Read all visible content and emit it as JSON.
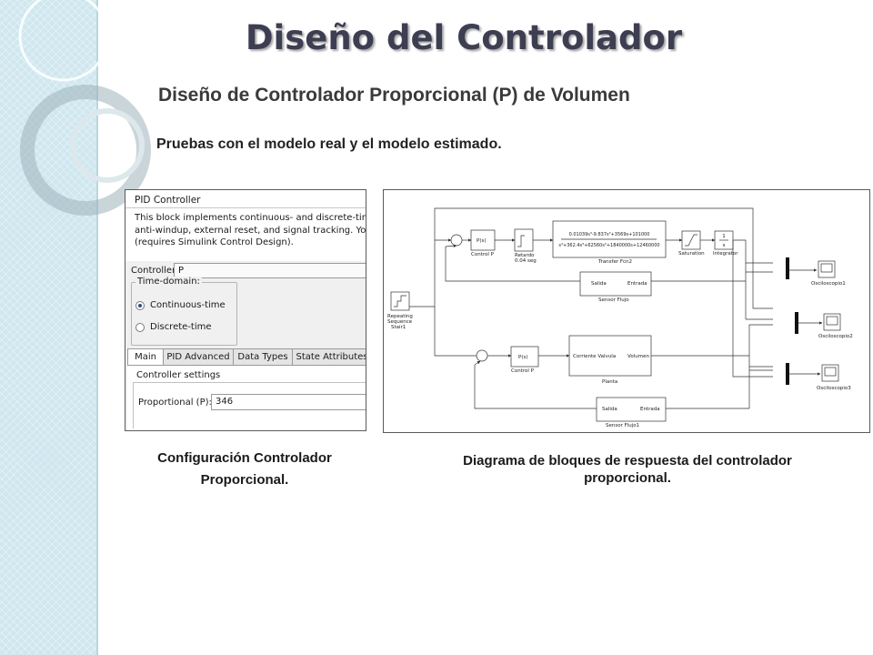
{
  "slide": {
    "title": "Diseño del Controlador",
    "subtitle": "Diseño de Controlador Proporcional  (P) de Volumen",
    "subtitle2": "Pruebas con el modelo real y  el modelo estimado."
  },
  "pid_dialog": {
    "header_title": "PID Controller",
    "description_lines": [
      "This block implements continuous- and discrete-time PID con",
      "anti-windup, external reset, and signal tracking. You can tune",
      "(requires Simulink Control Design)."
    ],
    "controller_label": "Controller:",
    "controller_value": "P",
    "time_domain_label": "Time-domain:",
    "options": [
      "Continuous-time",
      "Discrete-time"
    ],
    "selected_option": "Continuous-time",
    "tabs": [
      "Main",
      "PID Advanced",
      "Data Types",
      "State Attributes"
    ],
    "active_tab": "Main",
    "settings_label": "Controller settings",
    "proportional_label": "Proportional (P):",
    "proportional_value": "346"
  },
  "diagram": {
    "blocks": {
      "p1": "P(s)",
      "control_p1": "Control P",
      "retardo": "Retardo",
      "retardo_val": "0.04 seg",
      "tf_num": "0.01039s³-9.837s²+3569s+101000",
      "tf_den": "s⁴+362.4s³+62560s²+1840000s+12460000",
      "tf_name": "Transfer Fcn2",
      "saturation": "Saturation",
      "integ_num": "1",
      "integ_den": "s",
      "integrator": "Integrator",
      "sensor_salida": "Salida",
      "sensor_entrada": "Entrada",
      "sensor_flujo": "Sensor Flujo",
      "repeating": [
        "Repeating",
        "Sequence",
        "Stair1"
      ],
      "p2": "P(s)",
      "control_p2": "Control P",
      "planta_in": "Corriente Valvula",
      "planta_out": "Volumen",
      "planta": "Planta",
      "sensor1_salida": "Salida",
      "sensor1_entrada": "Entrada",
      "sensor_flujo1": "Sensor Flujo1",
      "osc1": "Osciloscopio1",
      "osc2": "Osciloscopio2",
      "osc3": "Osciloscopio3"
    }
  },
  "captions": {
    "left_line1": "Configuración Controlador",
    "left_line2": "Proporcional.",
    "right_line1": "Diagrama de bloques de respuesta del controlador",
    "right_line2": "proporcional."
  }
}
